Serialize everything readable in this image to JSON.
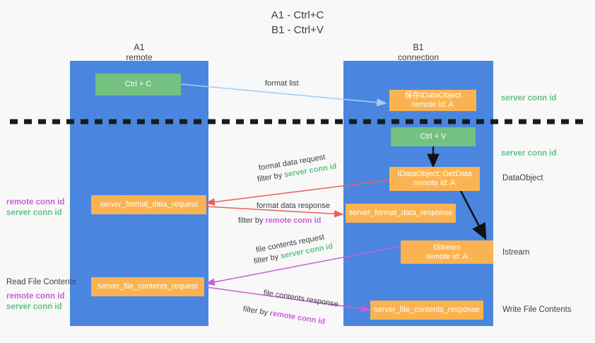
{
  "title": {
    "line1": "A1 - Ctrl+C",
    "line2": "B1 - Ctrl+V"
  },
  "lanes": [
    {
      "id": "a1",
      "name": "A1",
      "role": "remote"
    },
    {
      "id": "b1",
      "name": "B1",
      "role": "connection"
    }
  ],
  "boxes": {
    "ctrl_c": {
      "line1": "Ctrl + C",
      "line2": ""
    },
    "ctrl_v": {
      "line1": "Ctrl + V",
      "line2": ""
    },
    "virtual_dataobject": {
      "line1": "保存IDataObject",
      "line2": "remote id: A"
    },
    "getdata": {
      "line1": "IDataObject::GetData",
      "line2": "remote id: A"
    },
    "istream": {
      "line1": "IStream",
      "line2": "remote id: A"
    },
    "fmt_req": {
      "line1": "server_format_data_request",
      "line2": ""
    },
    "fmt_res": {
      "line1": "server_format_data_response",
      "line2": ""
    },
    "file_req": {
      "line1": "server_file_contents_request",
      "line2": ""
    },
    "file_res": {
      "line1": "server_file_contents_response",
      "line2": ""
    }
  },
  "arrow_labels": {
    "format_list": "format list",
    "fmt_req_l1": "format data request",
    "fmt_req_l2_pre": "filter by ",
    "fmt_req_l2_key": "server conn id",
    "fmt_res_l1": "format data response",
    "fmt_res_l2_pre": "filter by ",
    "fmt_res_l2_key": "remote conn id",
    "file_req_l1": "file contents request",
    "file_req_l2_pre": "filter by ",
    "file_req_l2_key": "server conn id",
    "file_res_l1": "file contents response",
    "file_res_l2_pre": "filter by ",
    "file_res_l2_key": "remote conn id"
  },
  "side_labels": {
    "right_top_server": "server conn id",
    "right_mid_server": "server conn id",
    "right_dataobject": "DataObject",
    "right_istream": "Istream",
    "right_write_file": "Write File Contents",
    "left_remote_1": "remote conn id",
    "left_server_1": "server conn id",
    "left_read_file": "Read File Contents",
    "left_remote_2": "remote conn id",
    "left_server_2": "server conn id"
  },
  "colors": {
    "lane": "#4a86e0",
    "green_box": "#74c181",
    "orange_box": "#fbb351",
    "server_conn": "#63c187",
    "remote_conn": "#c95fd6",
    "arrow_blue": "#a8cdf0",
    "arrow_red": "#ea5f5f",
    "arrow_magenta": "#c95fd6",
    "arrow_black": "#000000",
    "background": "#f8f8f8"
  }
}
